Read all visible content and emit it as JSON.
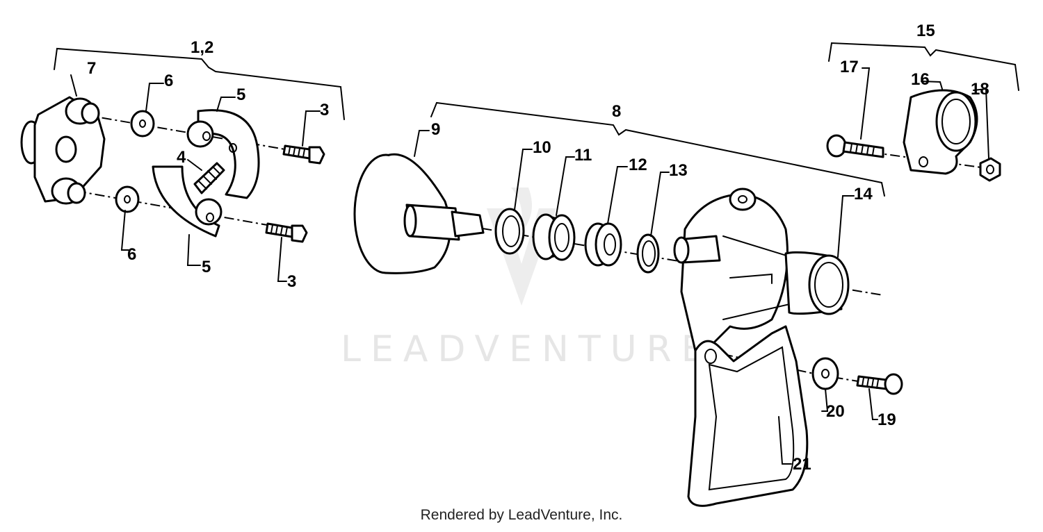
{
  "diagram": {
    "labels": {
      "l12": "1,2",
      "l3a": "3",
      "l3b": "3",
      "l4": "4",
      "l5a": "5",
      "l5b": "5",
      "l6a": "6",
      "l6b": "6",
      "l7": "7",
      "l8": "8",
      "l9": "9",
      "l10": "10",
      "l11": "11",
      "l12b": "12",
      "l13": "13",
      "l14": "14",
      "l15": "15",
      "l16": "16",
      "l17": "17",
      "l18": "18",
      "l19": "19",
      "l20": "20",
      "l21": "21"
    },
    "watermark": "LEADVENTURE",
    "credit": "Rendered by LeadVenture, Inc."
  }
}
